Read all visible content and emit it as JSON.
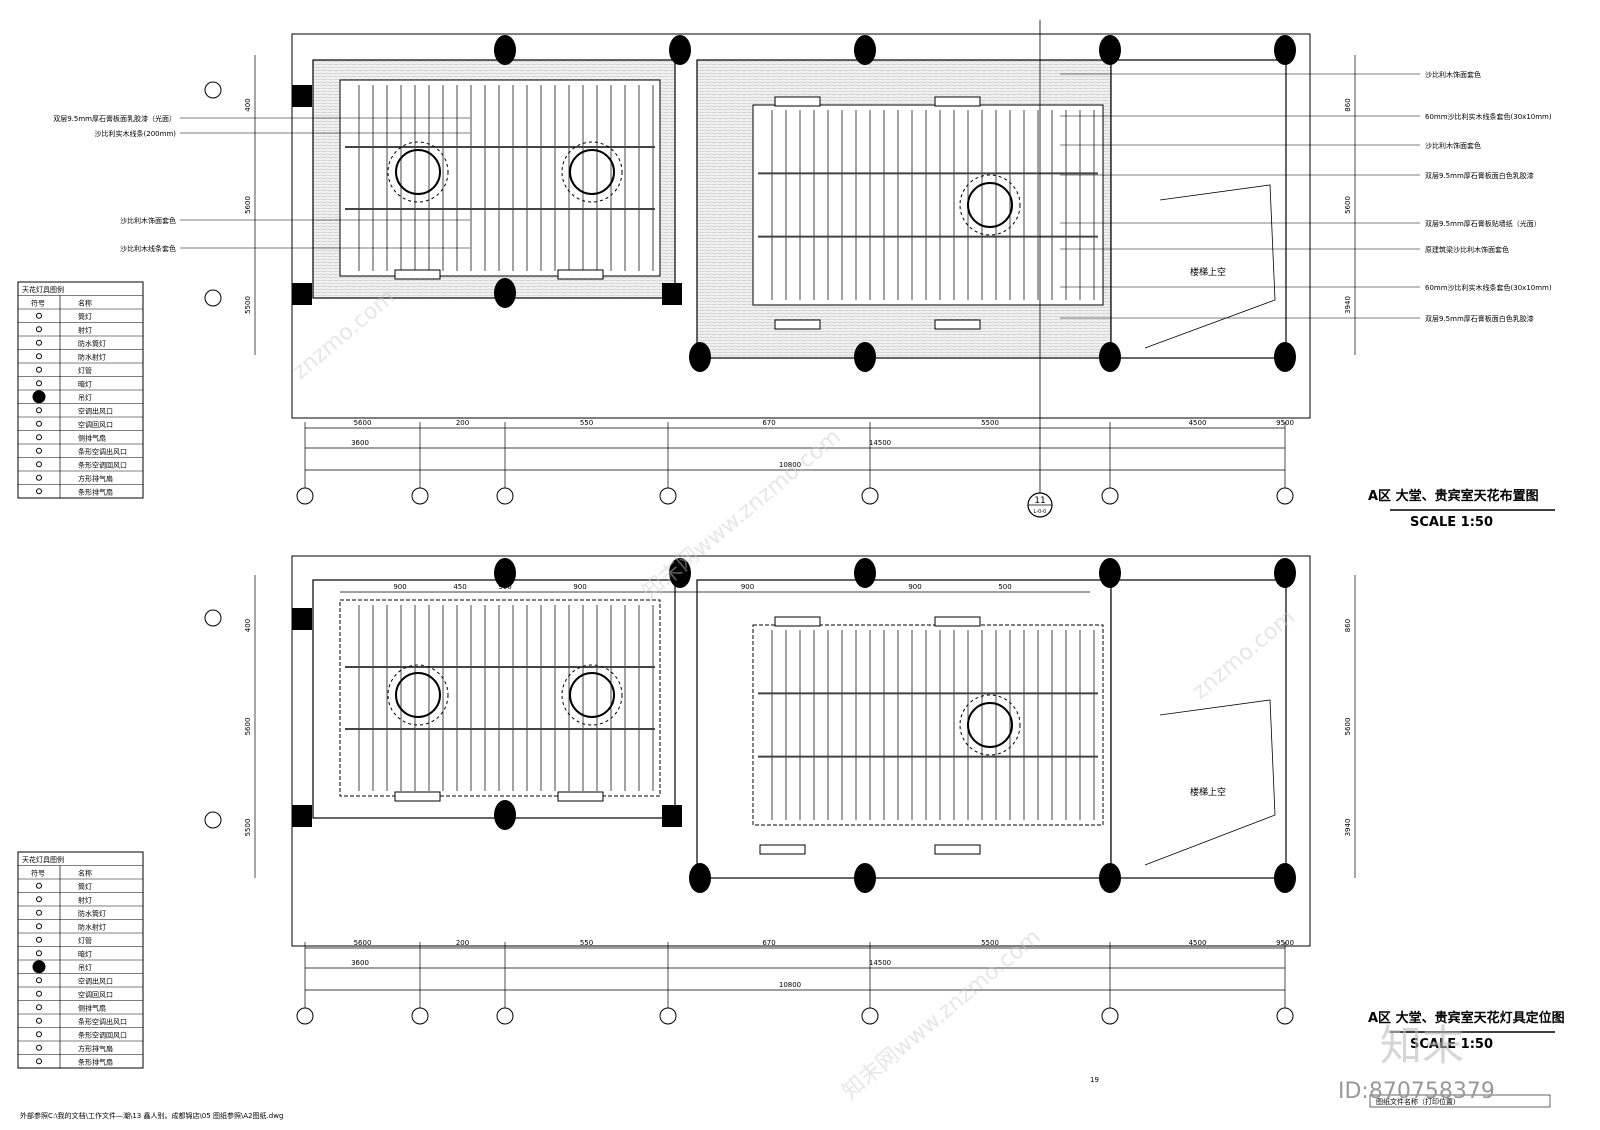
{
  "top_plan": {
    "title": "A区 大堂、贵宾室天花布置图",
    "scale": "SCALE 1:50",
    "grid_axis_circle": "11",
    "grid_axis_ref": "L-0-0",
    "region_label": "楼梯上空",
    "dims_bottom_row1": [
      "5600",
      "200",
      "550",
      "670",
      "5500",
      "4500",
      "9500"
    ],
    "dims_bottom_row2": [
      "3600",
      "14500"
    ],
    "dims_bottom_total": "10800",
    "dims_left": [
      "400",
      "5600",
      "5500"
    ],
    "dims_right": [
      "860",
      "5600",
      "3940"
    ],
    "callouts_left": [
      "双层9.5mm厚石膏板面乳胶漆（光面）",
      "沙比利实木线条(200mm)",
      "沙比利木饰面套色",
      "沙比利木线条套色"
    ],
    "callouts_right": [
      "沙比利木饰面套色",
      "60mm沙比利实木线条套色(30x10mm)",
      "沙比利木饰面套色",
      "双层9.5mm厚石膏板面白色乳胶漆",
      "双层9.5mm厚石膏板贴墙纸（光面）",
      "原建筑梁沙比利木饰面套色",
      "60mm沙比利实木线条套色(30x10mm)",
      "双层9.5mm厚石膏板面白色乳胶漆"
    ]
  },
  "bottom_plan": {
    "title": "A区 大堂、贵宾室天花灯具定位图",
    "scale": "SCALE 1:50",
    "region_label": "楼梯上空",
    "dims_bottom_row1": [
      "5600",
      "200",
      "550",
      "670",
      "5500",
      "4500",
      "9500"
    ],
    "dims_bottom_row2": [
      "3600",
      "14500"
    ],
    "dims_bottom_total": "10800",
    "dims_top": [
      "900",
      "450",
      "900",
      "900",
      "900",
      "900",
      "500"
    ],
    "dims_left": [
      "400",
      "5600",
      "5500"
    ],
    "dims_right": [
      "860",
      "5600",
      "3940"
    ]
  },
  "legend": {
    "title": "天花灯具图例",
    "headers": [
      "符号",
      "名称"
    ],
    "items": [
      "筒灯",
      "射灯",
      "防水筒灯",
      "防水射灯",
      "灯管",
      "暗灯",
      "吊灯",
      "空调出风口",
      "空调回风口",
      "侧排气扇",
      "条形空调出风口",
      "条形空调回风口",
      "方形排气扇",
      "条形排气扇"
    ]
  },
  "footer": {
    "file_path": "外部参照C:\\我的文档\\工作文件—潮\\13 鑫人别。成都锦店\\05 图纸参照\\A2图纸.dwg",
    "page_marker": "19",
    "stamp": "图纸文件名称（打印位置）"
  },
  "watermark": {
    "brand": "知末",
    "site": "znzmo.com",
    "brand_site": "知末网www.znzmo.com",
    "id": "ID:870758379"
  }
}
